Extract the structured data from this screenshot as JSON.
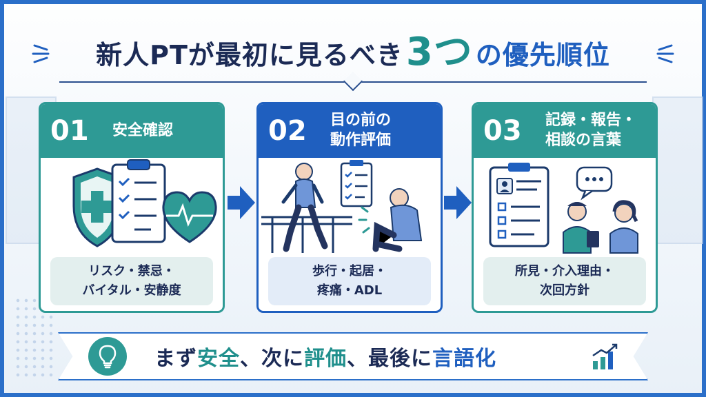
{
  "title": {
    "part1": "新人PTが最初に見るべき",
    "part2": "3つ",
    "part3": "の優先順位"
  },
  "steps": [
    {
      "num": "01",
      "label": "安全確認",
      "items": "リスク・禁忌・\nバイタル・安静度"
    },
    {
      "num": "02",
      "label": "目の前の\n動作評価",
      "items": "歩行・起居・\n疼痛・ADL"
    },
    {
      "num": "03",
      "label": "記録・報告・\n相談の言葉",
      "items": "所見・介入理由・\n次回方針"
    }
  ],
  "banner": {
    "seg1": "まず",
    "seg2": "安全",
    "seg3": "、次に",
    "seg4": "評価",
    "seg5": "、最後に",
    "seg6": "言語化"
  },
  "icons": {
    "step1": [
      "shield-cross-icon",
      "clipboard-checklist-icon",
      "heart-pulse-icon"
    ],
    "step2": [
      "walking-patient-icon",
      "parallel-bars-icon",
      "clipboard-icon",
      "knee-pain-patient-icon"
    ],
    "step3": [
      "patient-record-icon",
      "speech-bubble-icon",
      "therapist-icon",
      "colleague-icon"
    ],
    "banner": [
      "lightbulb-icon",
      "growth-chart-icon"
    ]
  },
  "colors": {
    "teal": "#2e9a95",
    "blue": "#1f5fbf",
    "navy": "#1b2a55"
  }
}
